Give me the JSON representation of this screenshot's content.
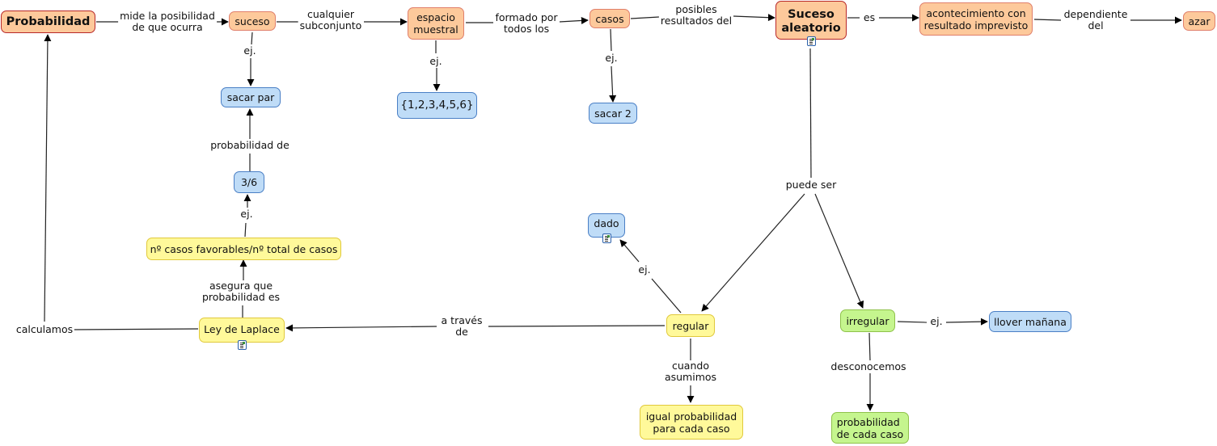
{
  "concept_map": {
    "title": "Probabilidad",
    "nodes": {
      "probabilidad": "Probabilidad",
      "suceso": "suceso",
      "espacio_muestral": "espacio\nmuestral",
      "casos": "casos",
      "suceso_aleatorio": "Suceso\naleatorio",
      "acontecimiento": "acontecimiento con\nresultado imprevisto",
      "azar": "azar",
      "sacar_par": "sacar par",
      "conjunto": "{1,2,3,4,5,6}",
      "sacar_2": "sacar 2",
      "fraccion": "3/6",
      "formula": "nº casos favorables/nº total de casos",
      "ley_laplace": "Ley de Laplace",
      "dado": "dado",
      "regular": "regular",
      "irregular": "irregular",
      "llover": "llover mañana",
      "igual_prob": "igual probabilidad\npara cada caso",
      "prob_cada_caso": "probabilidad\nde cada caso"
    },
    "links": {
      "mide": "mide la posibilidad\nde que ocurra",
      "cualquier": "cualquier\nsubconjunto",
      "formado": "formado por\ntodos los",
      "posibles": "posibles\nresultados del",
      "es": "es",
      "dependiente": "dependiente\ndel",
      "ej_suceso": "ej.",
      "ej_espacio": "ej.",
      "ej_casos": "ej.",
      "prob_de": "probabilidad de",
      "ej_formula": "ej.",
      "asegura": "asegura que\nprobabilidad es",
      "calculamos": "calculamos",
      "a_traves": "a través\nde",
      "puede_ser": "puede ser",
      "ej_regular": "ej.",
      "cuando": "cuando\nasumimos",
      "ej_irregular": "ej.",
      "desconocemos": "desconocemos"
    },
    "resource_icons": [
      "suceso_aleatorio",
      "ley_laplace",
      "dado"
    ]
  }
}
